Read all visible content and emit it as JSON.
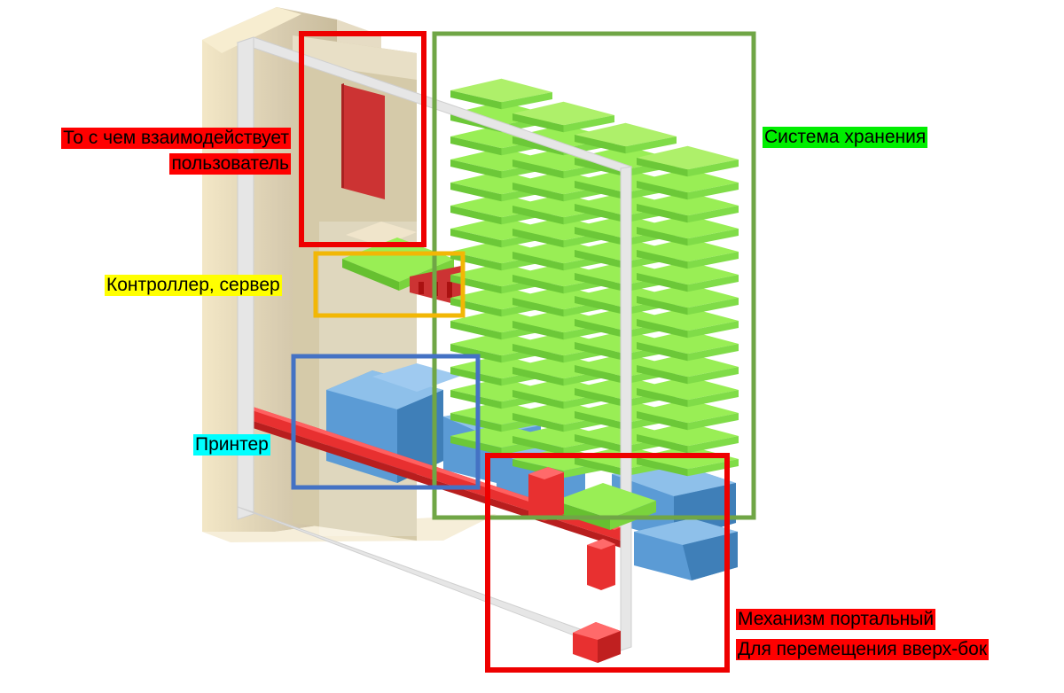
{
  "labels": {
    "user_interaction_line1": "То с чем взаимодействует",
    "user_interaction_line2": "пользователь",
    "storage": "Система хранения",
    "controller": "Контроллер, сервер",
    "printer": "Принтер",
    "mechanism_line1": "Механизм портальный",
    "mechanism_line2": "Для перемещения вверх-бок"
  },
  "colors": {
    "user_frame": "#ee0000",
    "storage_frame": "#70a646",
    "controller_frame": "#f2b705",
    "printer_frame": "#4472c4",
    "mechanism_frame": "#ee0000",
    "storage_tiles": "#99ee55",
    "printer_blocks": "#5b9bd5",
    "rails": "#e83030",
    "wall": "#d9cdb2",
    "gantry": "#e6e6e6"
  }
}
